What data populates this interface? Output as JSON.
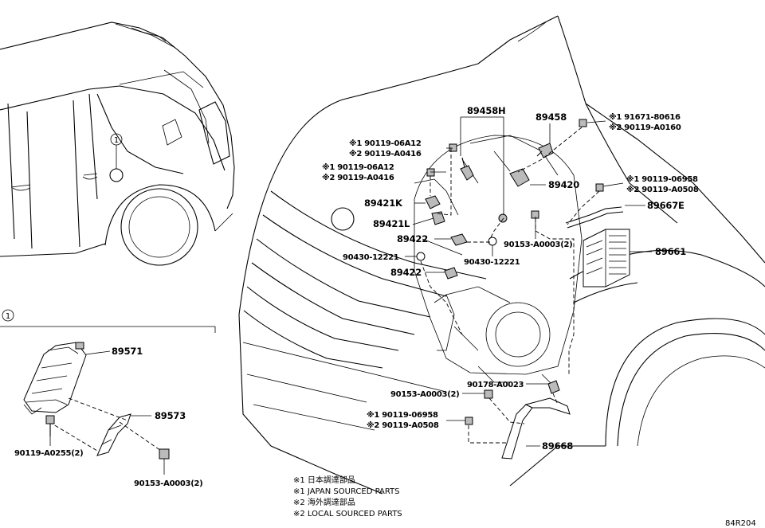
{
  "parts": {
    "p89458H": "89458H",
    "p89458": "89458",
    "n1_91671": "※1 91671-80616",
    "n2_90119_A0160": "※2 90119-A0160",
    "n1_06A12_a": "※1 90119-06A12",
    "n2_A0416_a": "※2 90119-A0416",
    "n1_06A12_b": "※1 90119-06A12",
    "n2_A0416_b": "※2 90119-A0416",
    "p89421K": "89421K",
    "p89421L": "89421L",
    "p89420": "89420",
    "n1_06958_a": "※1 90119-06958",
    "n2_A0508_a": "※2 90119-A0508",
    "p89667E": "89667E",
    "p89422_a": "89422",
    "p90153_top": "90153-A0003(2)",
    "p90430_left": "90430-12221",
    "p90430_right": "90430-12221",
    "p89661": "89661",
    "p89422_b": "89422",
    "p89571": "89571",
    "p89573": "89573",
    "p90119_A0255": "90119-A0255(2)",
    "p90153_inset": "90153-A0003(2)",
    "p90178": "90178-A0023",
    "p90153_bottom": "90153-A0003(2)",
    "n1_06958_b": "※1 90119-06958",
    "n2_A0508_b": "※2 90119-A0508",
    "p89668": "89668",
    "callout_1": "1",
    "inset_label": "1"
  },
  "legend": [
    "※1 日本調達部品",
    "※1 JAPAN SOURCED PARTS",
    "※2 海外調達部品",
    "※2 LOCAL SOURCED PARTS"
  ],
  "diagram_code": "84R204"
}
